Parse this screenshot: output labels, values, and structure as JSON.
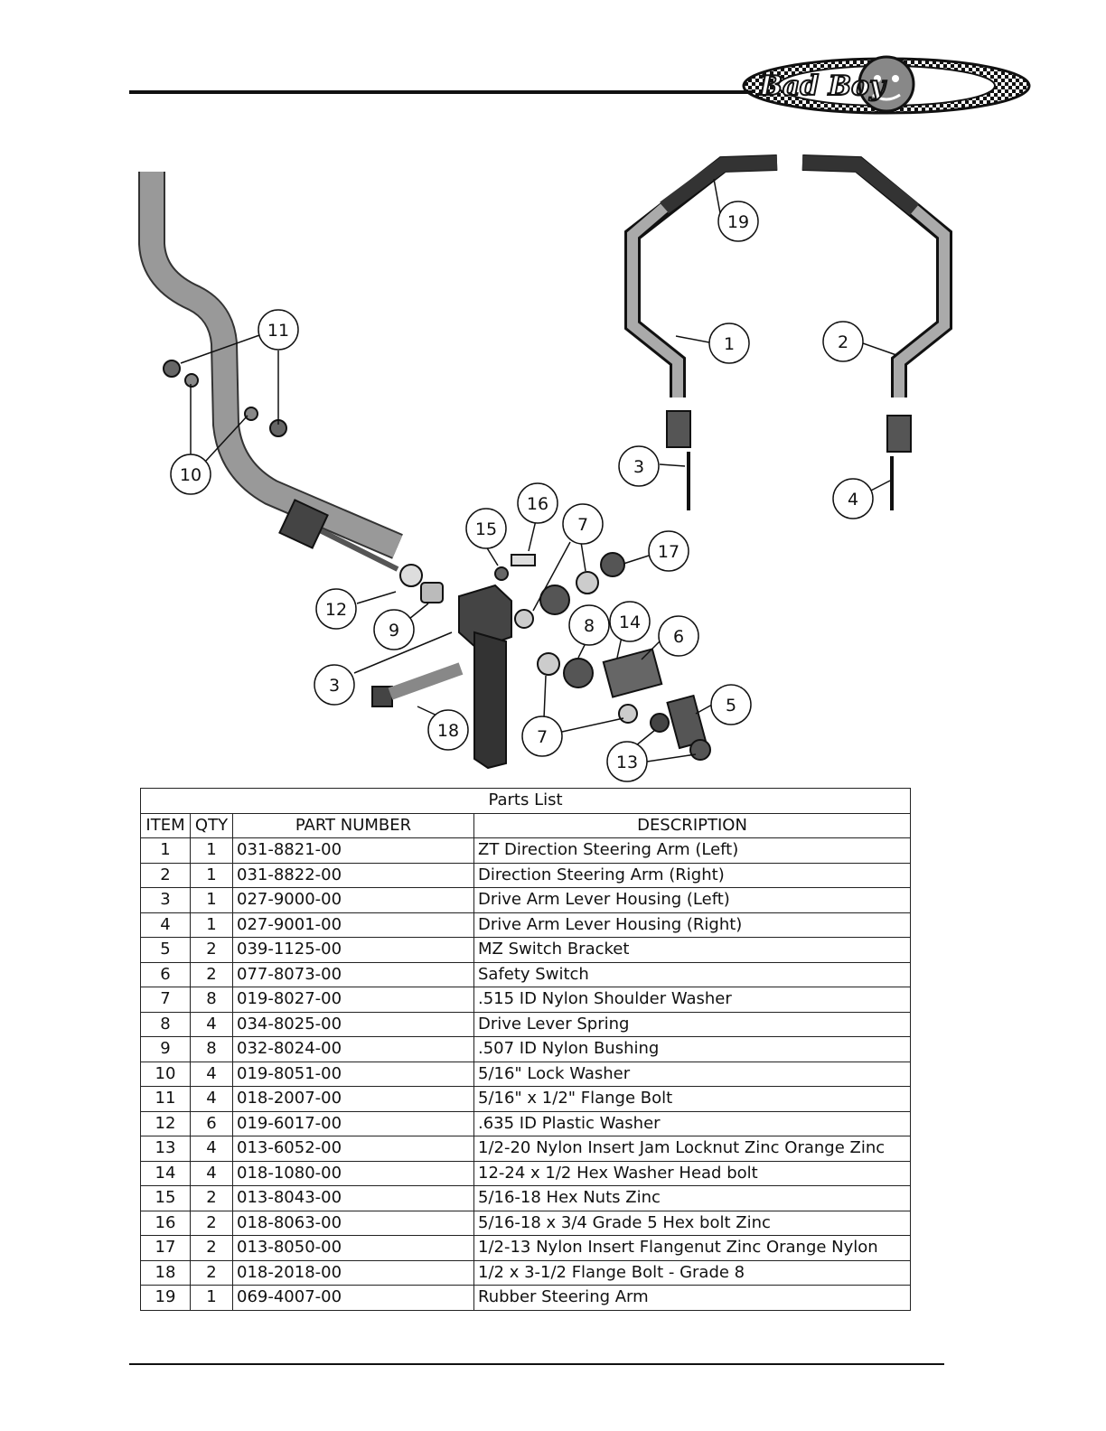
{
  "logo": {
    "text": "Bad Boy"
  },
  "diagram": {
    "callouts": [
      "19",
      "1",
      "2",
      "11",
      "10",
      "3",
      "4",
      "16",
      "15",
      "7",
      "17",
      "12",
      "9",
      "8",
      "14",
      "6",
      "3",
      "5",
      "18",
      "7",
      "13"
    ]
  },
  "parts_list": {
    "title": "Parts List",
    "columns": [
      "ITEM",
      "QTY",
      "PART NUMBER",
      "DESCRIPTION"
    ],
    "rows": [
      {
        "item": "1",
        "qty": "1",
        "part": "031-8821-00",
        "desc": "ZT Direction Steering Arm (Left)"
      },
      {
        "item": "2",
        "qty": "1",
        "part": "031-8822-00",
        "desc": "Direction Steering Arm (Right)"
      },
      {
        "item": "3",
        "qty": "1",
        "part": "027-9000-00",
        "desc": "Drive Arm Lever Housing (Left)"
      },
      {
        "item": "4",
        "qty": "1",
        "part": "027-9001-00",
        "desc": "Drive Arm Lever Housing (Right)"
      },
      {
        "item": "5",
        "qty": "2",
        "part": "039-1125-00",
        "desc": "MZ Switch Bracket"
      },
      {
        "item": "6",
        "qty": "2",
        "part": "077-8073-00",
        "desc": "Safety Switch"
      },
      {
        "item": "7",
        "qty": "8",
        "part": "019-8027-00",
        "desc": ".515 ID Nylon Shoulder Washer"
      },
      {
        "item": "8",
        "qty": "4",
        "part": "034-8025-00",
        "desc": "Drive Lever Spring"
      },
      {
        "item": "9",
        "qty": "8",
        "part": "032-8024-00",
        "desc": ".507 ID Nylon Bushing"
      },
      {
        "item": "10",
        "qty": "4",
        "part": "019-8051-00",
        "desc": "5/16\" Lock Washer"
      },
      {
        "item": "11",
        "qty": "4",
        "part": "018-2007-00",
        "desc": "5/16\" x 1/2\" Flange Bolt"
      },
      {
        "item": "12",
        "qty": "6",
        "part": "019-6017-00",
        "desc": ".635 ID Plastic Washer"
      },
      {
        "item": "13",
        "qty": "4",
        "part": "013-6052-00",
        "desc": "1/2-20 Nylon Insert Jam Locknut Zinc Orange Zinc"
      },
      {
        "item": "14",
        "qty": "4",
        "part": "018-1080-00",
        "desc": "12-24 x 1/2 Hex Washer Head bolt"
      },
      {
        "item": "15",
        "qty": "2",
        "part": "013-8043-00",
        "desc": "5/16-18 Hex Nuts Zinc"
      },
      {
        "item": "16",
        "qty": "2",
        "part": "018-8063-00",
        "desc": "5/16-18 x 3/4 Grade 5 Hex bolt Zinc"
      },
      {
        "item": "17",
        "qty": "2",
        "part": "013-8050-00",
        "desc": "1/2-13 Nylon Insert Flangenut Zinc Orange Nylon"
      },
      {
        "item": "18",
        "qty": "2",
        "part": "018-2018-00",
        "desc": "1/2 x 3-1/2 Flange Bolt - Grade 8"
      },
      {
        "item": "19",
        "qty": "1",
        "part": "069-4007-00",
        "desc": "Rubber Steering Arm"
      }
    ]
  }
}
